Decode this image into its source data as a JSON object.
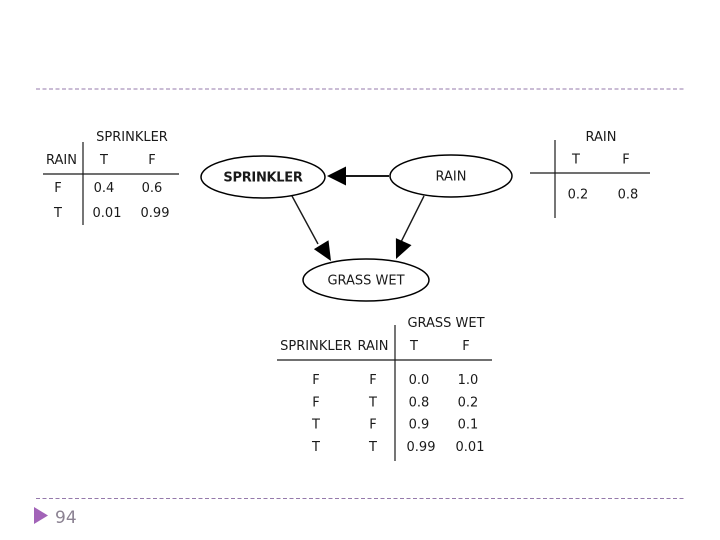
{
  "page": {
    "number": "94"
  },
  "colors": {
    "accent_purple_dash": "#9579ab",
    "bullet_purple": "#a263b8",
    "page_number_gray": "#8b8292",
    "ink": "#1a1a1a"
  },
  "diagram": {
    "nodes": [
      {
        "id": "sprinkler",
        "label": "SPRINKLER"
      },
      {
        "id": "rain",
        "label": "RAIN"
      },
      {
        "id": "grass_wet",
        "label": "GRASS WET"
      }
    ],
    "edges": [
      {
        "from": "RAIN",
        "to": "SPRINKLER"
      },
      {
        "from": "SPRINKLER",
        "to": "GRASS WET"
      },
      {
        "from": "RAIN",
        "to": "GRASS WET"
      }
    ]
  },
  "tables": {
    "sprinkler": {
      "title": "SPRINKLER",
      "row_header": "RAIN",
      "col_headers": [
        "T",
        "F"
      ],
      "rows": [
        [
          "F",
          "0.4",
          "0.6"
        ],
        [
          "T",
          "0.01",
          "0.99"
        ]
      ]
    },
    "rain": {
      "title": "RAIN",
      "col_headers": [
        "T",
        "F"
      ],
      "values": [
        "0.2",
        "0.8"
      ]
    },
    "grass_wet": {
      "title": "GRASS WET",
      "col_headers": [
        "SPRINKLER",
        "RAIN",
        "T",
        "F"
      ],
      "rows": [
        [
          "F",
          "F",
          "0.0",
          "1.0"
        ],
        [
          "F",
          "T",
          "0.8",
          "0.2"
        ],
        [
          "T",
          "F",
          "0.9",
          "0.1"
        ],
        [
          "T",
          "T",
          "0.99",
          "0.01"
        ]
      ]
    }
  }
}
